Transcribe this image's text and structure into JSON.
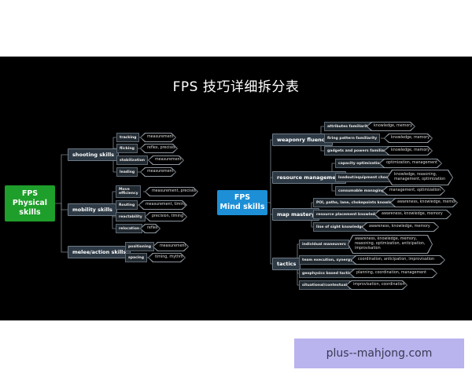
{
  "title": "FPS 技巧详细拆分表",
  "watermark": "plus--mahjong.com",
  "colors": {
    "background": "#000000",
    "physical_root": "#1e9e2a",
    "mind_root": "#1c8fd6"
  },
  "physical": {
    "root": {
      "line1": "FPS",
      "line2": "Physical",
      "line3": "skills"
    },
    "branches": [
      {
        "label": "shooting skills",
        "skills": [
          {
            "name": "tracking",
            "desc": "measurement"
          },
          {
            "name": "flicking",
            "desc": "reflex, precision"
          },
          {
            "name": "stabilization",
            "desc": "measurement"
          },
          {
            "name": "leading",
            "desc": "measurement"
          }
        ]
      },
      {
        "label": "mobility skills",
        "skills": [
          {
            "name": "Move efficiency",
            "desc": "measurement, precision"
          },
          {
            "name": "Routing",
            "desc": "measurement, timing"
          },
          {
            "name": "reactability",
            "desc": "precision, timing"
          },
          {
            "name": "relocation",
            "desc": "reflex"
          }
        ]
      },
      {
        "label": "melee/action skills",
        "skills": [
          {
            "name": "positioning",
            "desc": "measurement"
          },
          {
            "name": "spacing",
            "desc": "timing, rhythm"
          }
        ]
      }
    ]
  },
  "mind": {
    "root": {
      "line1": "FPS",
      "line2": "Mind skills"
    },
    "branches": [
      {
        "label": "weaponry fluency",
        "skills": [
          {
            "name": "attributes familiarity",
            "desc": "knowledge, memory"
          },
          {
            "name": "firing pattern familiarity",
            "desc": "knowledge, memory"
          },
          {
            "name": "gadgets and powers familiarity",
            "desc": "knowledge, memory"
          }
        ]
      },
      {
        "label": "resource management",
        "skills": [
          {
            "name": "capacity optimization",
            "desc": "optimization, management"
          },
          {
            "name": "loadout/equipment choose",
            "desc": "knowledge, reasoning, management, optimization"
          },
          {
            "name": "consumable managing",
            "desc": "management, optimization"
          }
        ]
      },
      {
        "label": "map mastery",
        "skills": [
          {
            "name": "POI, paths, lane, chokepoints knowledge",
            "desc": "awareness, knowledge, memory"
          },
          {
            "name": "resource placement knowledge",
            "desc": "awareness, knowledge, memory"
          },
          {
            "name": "line of sight knowledge",
            "desc": "awareness, knowledge, memory"
          }
        ]
      },
      {
        "label": "tactics",
        "skills": [
          {
            "name": "individual maneuvers",
            "desc": "awareness, knowledge, memory, reasoning, optimization, anticipation, improvisation"
          },
          {
            "name": "team execution, synergy",
            "desc": "coordination, anticipation, improvisation"
          },
          {
            "name": "geophysics based tactics",
            "desc": "planning, coordination, management"
          },
          {
            "name": "situational/contextual",
            "desc": "improvisation, coordination"
          }
        ]
      }
    ]
  }
}
